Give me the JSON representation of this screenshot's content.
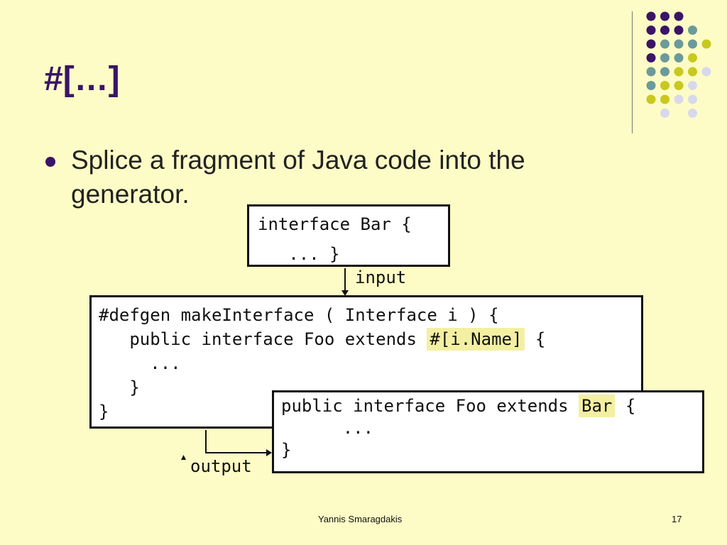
{
  "slide": {
    "title": "#[…]",
    "bullets": [
      "Splice a fragment of Java code into the generator."
    ],
    "footer_author": "Yannis Smaragdakis",
    "page_number": "17"
  },
  "diagram": {
    "input_code": [
      "interface Bar {",
      "   ... }"
    ],
    "input_label": "input",
    "generator_code": {
      "line1": "#defgen makeInterface ( Interface i ) {",
      "line2_pre": "   public interface Foo extends ",
      "line2_splice": "#[i.Name]",
      "line2_post": " {",
      "line3": "     ...",
      "line4": "   }",
      "line5": "}"
    },
    "output_code": {
      "line1_pre": "public interface Foo extends ",
      "line1_value": "Bar",
      "line1_post": " {",
      "line2": "      ...",
      "line3": "}"
    },
    "output_label": "output"
  },
  "colors": {
    "background": "#fdfcc6",
    "title": "#3b1467",
    "dot_purple": "#3b1467",
    "dot_teal": "#6b9a9a",
    "dot_yellow": "#c8c81e",
    "dot_lavender": "#d8d8ec",
    "highlight": "#f3f0a3"
  }
}
